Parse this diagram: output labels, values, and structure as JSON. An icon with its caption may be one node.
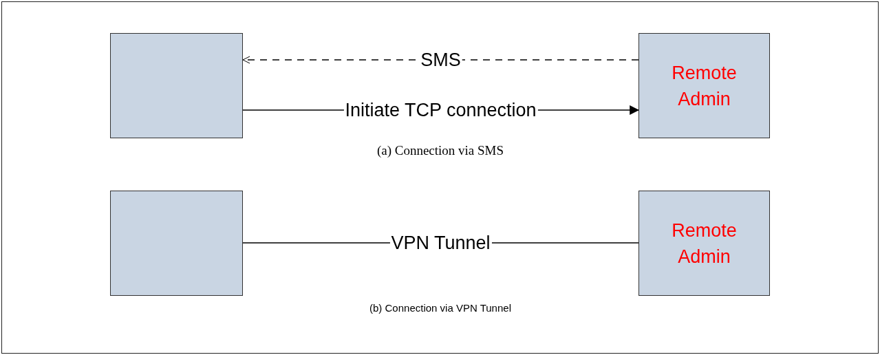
{
  "diagram": {
    "nodes": [
      {
        "text": [],
        "shape": "box"
      },
      {
        "text": [
          "Remote Admin"
        ]
      },
      {
        "text": [],
        "shape": "box"
      },
      {
        "text": [
          "Remote Admin"
        ]
      }
    ],
    "edges": [
      {
        "from": 1,
        "to": 0,
        "arrow": "to",
        "label": "SMS",
        "style": "dashed"
      },
      {
        "from": 0,
        "to": 1,
        "arrow": "to",
        "label": "Initiate TCP connection"
      },
      {
        "from": 2,
        "to": 3,
        "arrow": "none",
        "label": "VPN Tunnel"
      }
    ],
    "labels": [
      "(a) Connection via SMS",
      "(b) Connection via VPN Tunnel"
    ]
  }
}
